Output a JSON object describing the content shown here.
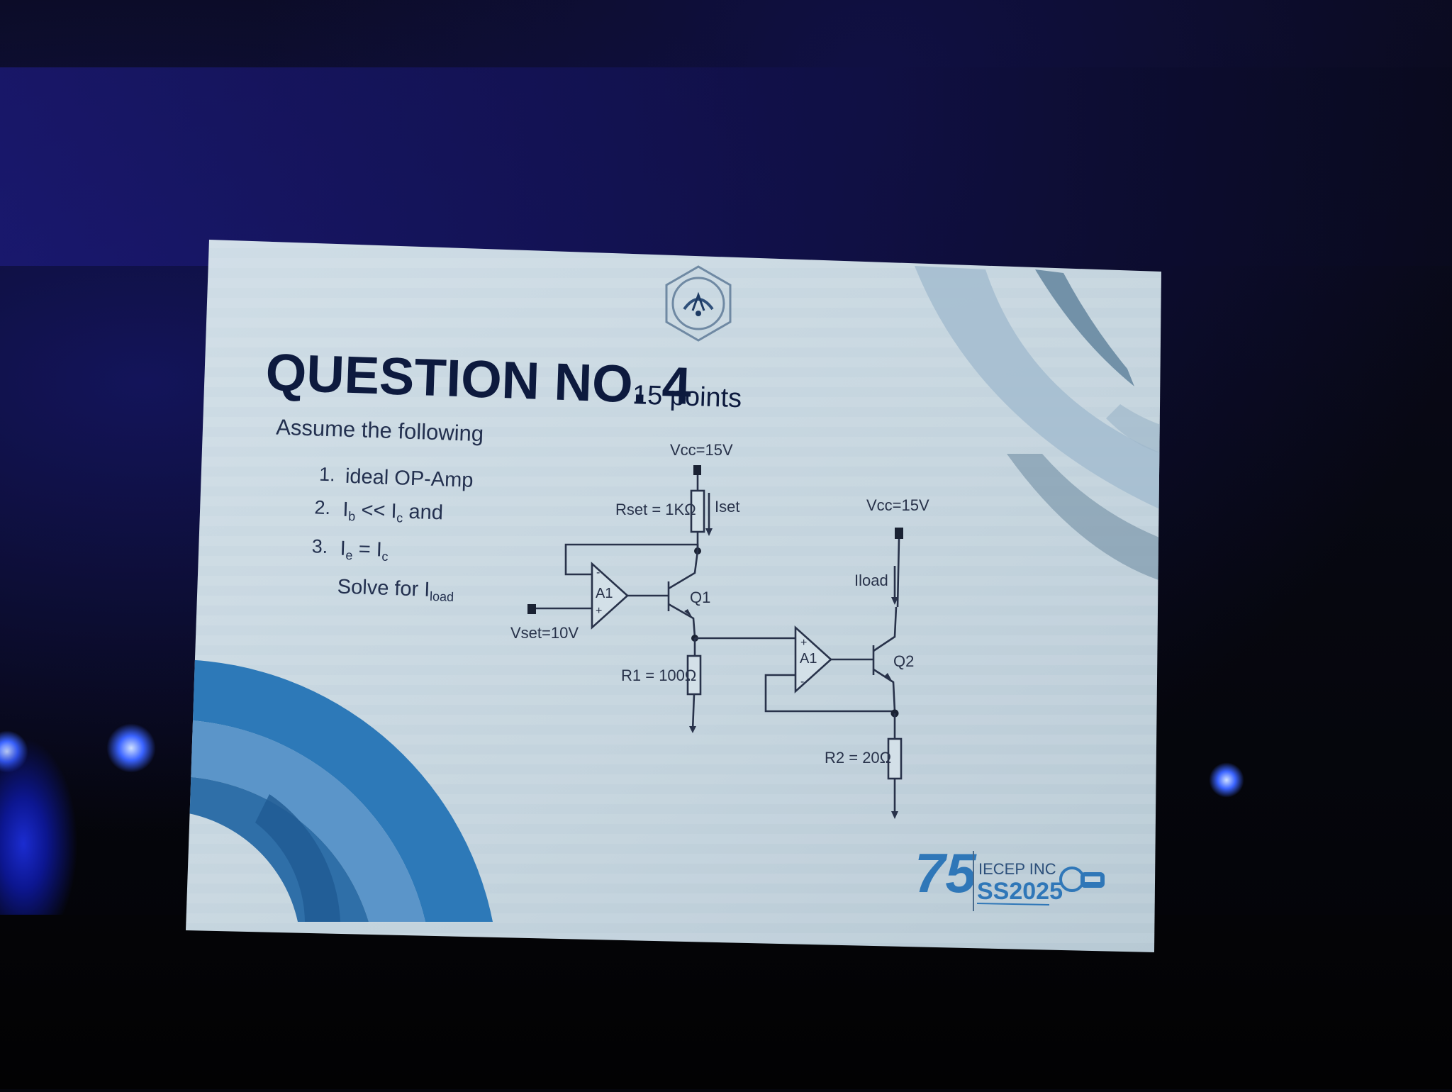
{
  "slide": {
    "title": "QUESTION NO. 4",
    "points": "15 points",
    "intro": "Assume the following",
    "items": [
      {
        "num": "1.",
        "text": "ideal OP-Amp"
      },
      {
        "num": "2.",
        "pre": "I",
        "sub1": "b",
        "mid": " << I",
        "sub2": "c",
        "post": "  and"
      },
      {
        "num": "3.",
        "pre": "I",
        "sub1": "e",
        "mid": " = I",
        "sub2": "c",
        "post": ""
      }
    ],
    "solve": {
      "text": "Solve for I",
      "sub": "load"
    }
  },
  "circuit": {
    "vcc1": "Vcc=15V",
    "rset": "Rset = 1KΩ",
    "iset": "Iset",
    "vset": "Vset=10V",
    "op1": "A1",
    "q1": "Q1",
    "r1": "R1 = 100Ω",
    "vcc2": "Vcc=15V",
    "iload": "Iload",
    "op2": "A1",
    "q2": "Q2",
    "r2": "R2 = 20Ω",
    "plus": "+",
    "minus": "-"
  },
  "branding": {
    "anniv": "75",
    "org": "IECEP INC",
    "event": "SS2025"
  },
  "colors": {
    "slide_bg": "#c4d4de",
    "title": "#0d1a3e",
    "accent_blue": "#2f77b8",
    "light_blue": "#6fa4d3"
  }
}
